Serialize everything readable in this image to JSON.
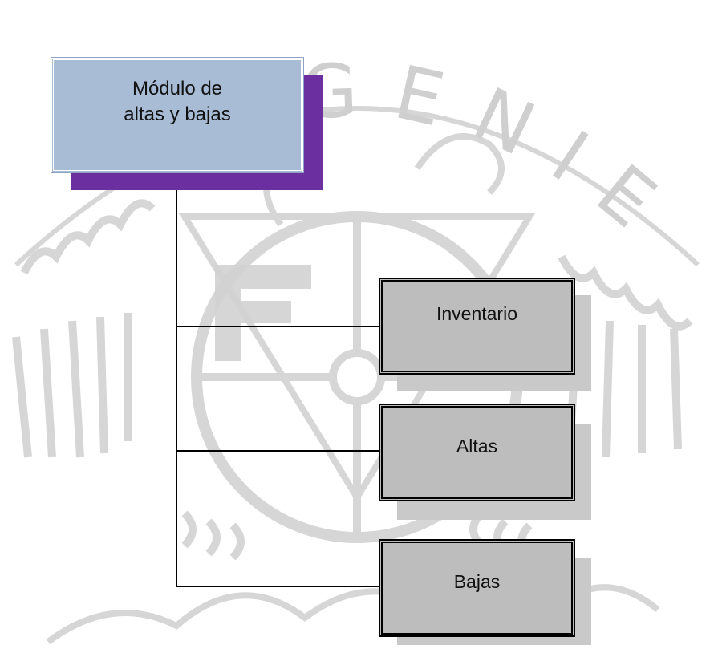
{
  "watermark": {
    "text": "INGENIERIA",
    "letter": "F",
    "color": "#c8c8c8"
  },
  "main_node": {
    "label": "Módulo de\naltas y bajas",
    "fill_color": "#a8bcd6",
    "shadow_color": "#6b2fa0"
  },
  "child_nodes": [
    {
      "label": "Inventario"
    },
    {
      "label": "Altas"
    },
    {
      "label": "Bajas"
    }
  ],
  "colors": {
    "child_fill": "#bdbdbd",
    "child_shadow": "#c9c9c9",
    "connector": "#000000"
  }
}
